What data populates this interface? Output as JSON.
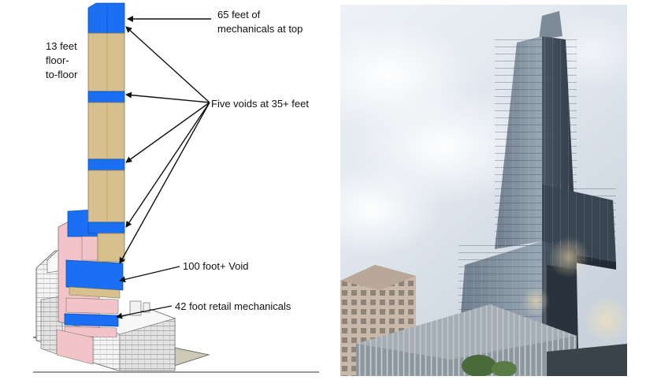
{
  "annotations": {
    "floor_to_floor": "13 feet\nfloor-\nto-floor",
    "mechanicals_top": "65 feet of\nmechanicals at top",
    "five_voids": "Five voids at 35+ feet",
    "hundred_foot_void": "100 foot+ Void",
    "retail_mechanicals": "42 foot retail mechanicals"
  },
  "colors": {
    "void_blue": "#1a6ff2",
    "floor_tan": "#d6c08d",
    "podium_pink": "#f2c4c7",
    "neighbor_white": "#f3f3f3",
    "outline": "#444444"
  }
}
